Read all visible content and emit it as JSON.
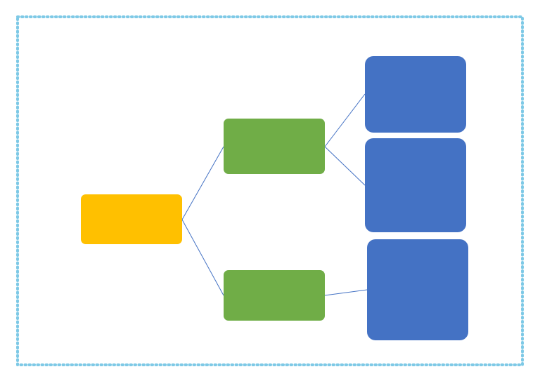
{
  "diagram": {
    "colors": {
      "background": "#ffffff",
      "border_dot": "#7ec9e6",
      "root": "#FFC000",
      "branch": "#70AD47",
      "leaf": "#4472C4",
      "connector": "#4472C4"
    },
    "nodes": [
      {
        "id": "root",
        "level": "root",
        "text": ""
      },
      {
        "id": "branch-top",
        "level": "branch",
        "text": ""
      },
      {
        "id": "branch-bottom",
        "level": "branch",
        "text": ""
      },
      {
        "id": "leaf-1",
        "level": "leaf",
        "text": ""
      },
      {
        "id": "leaf-2",
        "level": "leaf",
        "text": ""
      },
      {
        "id": "leaf-3",
        "level": "leaf",
        "text": ""
      }
    ],
    "edges": [
      {
        "from": "root",
        "to": "branch-top"
      },
      {
        "from": "root",
        "to": "branch-bottom"
      },
      {
        "from": "branch-top",
        "to": "leaf-1"
      },
      {
        "from": "branch-top",
        "to": "leaf-2"
      },
      {
        "from": "branch-bottom",
        "to": "leaf-3"
      }
    ]
  }
}
